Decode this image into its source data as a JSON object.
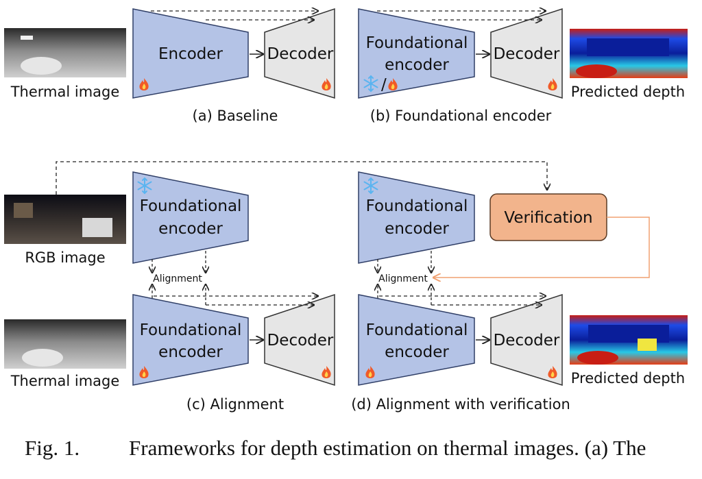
{
  "colors": {
    "encoder_fill": "#b4c3e6",
    "encoder_stroke": "#2f3e66",
    "decoder_fill": "#e6e6e6",
    "decoder_stroke": "#333333",
    "verification_fill": "#f2b48c",
    "verification_stroke": "#5a3a24",
    "feedback_line": "#f0a070",
    "frozen_icon": "#5ab4f0",
    "fire_icon": "#f05a28"
  },
  "icons": {
    "frozen": "snowflake-icon",
    "trainable": "fire-icon"
  },
  "panels": {
    "a": {
      "caption": "(a) Baseline",
      "input_label": "Thermal image",
      "encoder": "Encoder",
      "decoder": "Decoder"
    },
    "b": {
      "caption": "(b) Foundational encoder",
      "encoder_line1": "Foundational",
      "encoder_line2": "encoder",
      "decoder": "Decoder",
      "frozen_or_trainable_sep": "/",
      "output_label": "Predicted depth"
    },
    "c": {
      "caption": "(c) Alignment",
      "rgb_label": "RGB image",
      "thermal_label": "Thermal image",
      "top_encoder_line1": "Foundational",
      "top_encoder_line2": "encoder",
      "bottom_encoder_line1": "Foundational",
      "bottom_encoder_line2": "encoder",
      "decoder": "Decoder",
      "alignment": "Alignment"
    },
    "d": {
      "caption": "(d) Alignment with verification",
      "top_encoder_line1": "Foundational",
      "top_encoder_line2": "encoder",
      "bottom_encoder_line1": "Foundational",
      "bottom_encoder_line2": "encoder",
      "decoder": "Decoder",
      "alignment": "Alignment",
      "verification": "Verification",
      "output_label": "Predicted depth"
    }
  },
  "figure_caption": {
    "number": "Fig. 1.",
    "text": "Frameworks for depth estimation on thermal images. (a) The"
  }
}
